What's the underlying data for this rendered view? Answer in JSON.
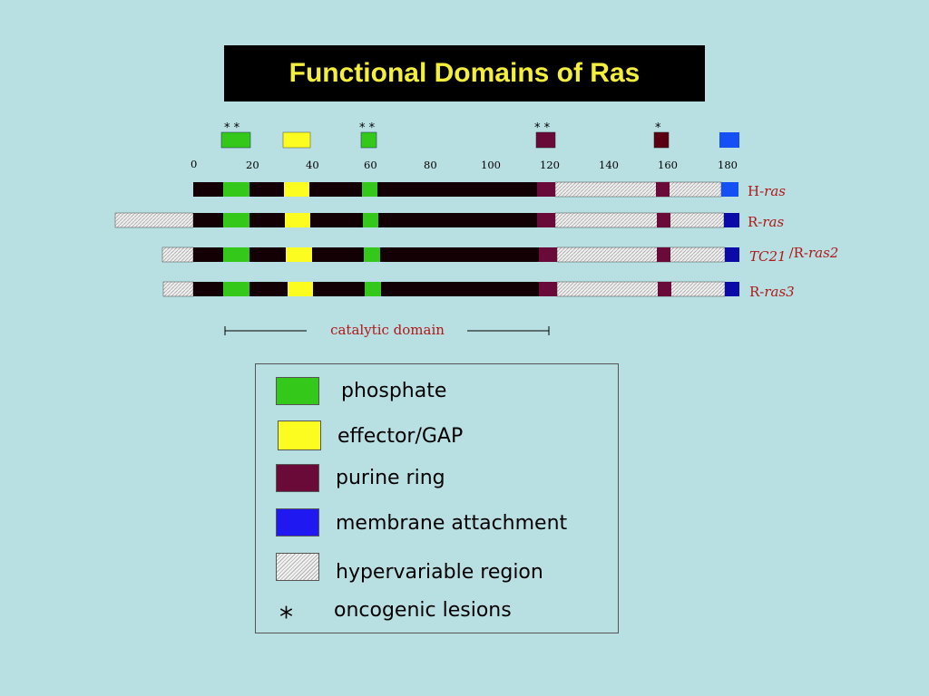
{
  "title": "Functional Domains of Ras",
  "axis": {
    "ticks": [
      "0",
      "20",
      "40",
      "60",
      "80",
      "100",
      "120",
      "140",
      "160",
      "180"
    ]
  },
  "colors": {
    "phosphate": "#34c81a",
    "effector": "#fcfc20",
    "purine": "#6a0a38",
    "membrane": "#2018f0",
    "membrane_bar": "#0a0aa8",
    "membrane_top": "#1450f4",
    "core": "#120004",
    "hypervariable": "#e4e4e4"
  },
  "genes": [
    {
      "label": "H-",
      "label_italic": "ras",
      "label_suffix": ""
    },
    {
      "label": "R-",
      "label_italic": "ras",
      "label_suffix": ""
    },
    {
      "label": "",
      "label_italic": "TC21",
      "label_suffix": "/R-",
      "label_italic2": "ras2"
    },
    {
      "label": "R-",
      "label_italic": "ras3",
      "label_suffix": ""
    }
  ],
  "oncogenic_markers": [
    "* *",
    "* *",
    "* *",
    "*"
  ],
  "catalytic_label": "catalytic domain",
  "legend": {
    "items": [
      {
        "label": "phosphate",
        "swatch": "phosphate"
      },
      {
        "label": "effector/GAP",
        "swatch": "effector"
      },
      {
        "label": "purine ring",
        "swatch": "purine"
      },
      {
        "label": "membrane attachment",
        "swatch": "membrane"
      },
      {
        "label": "hypervariable region",
        "swatch": "hypervariable"
      }
    ],
    "star_symbol": "*",
    "star_label": "oncogenic lesions"
  }
}
